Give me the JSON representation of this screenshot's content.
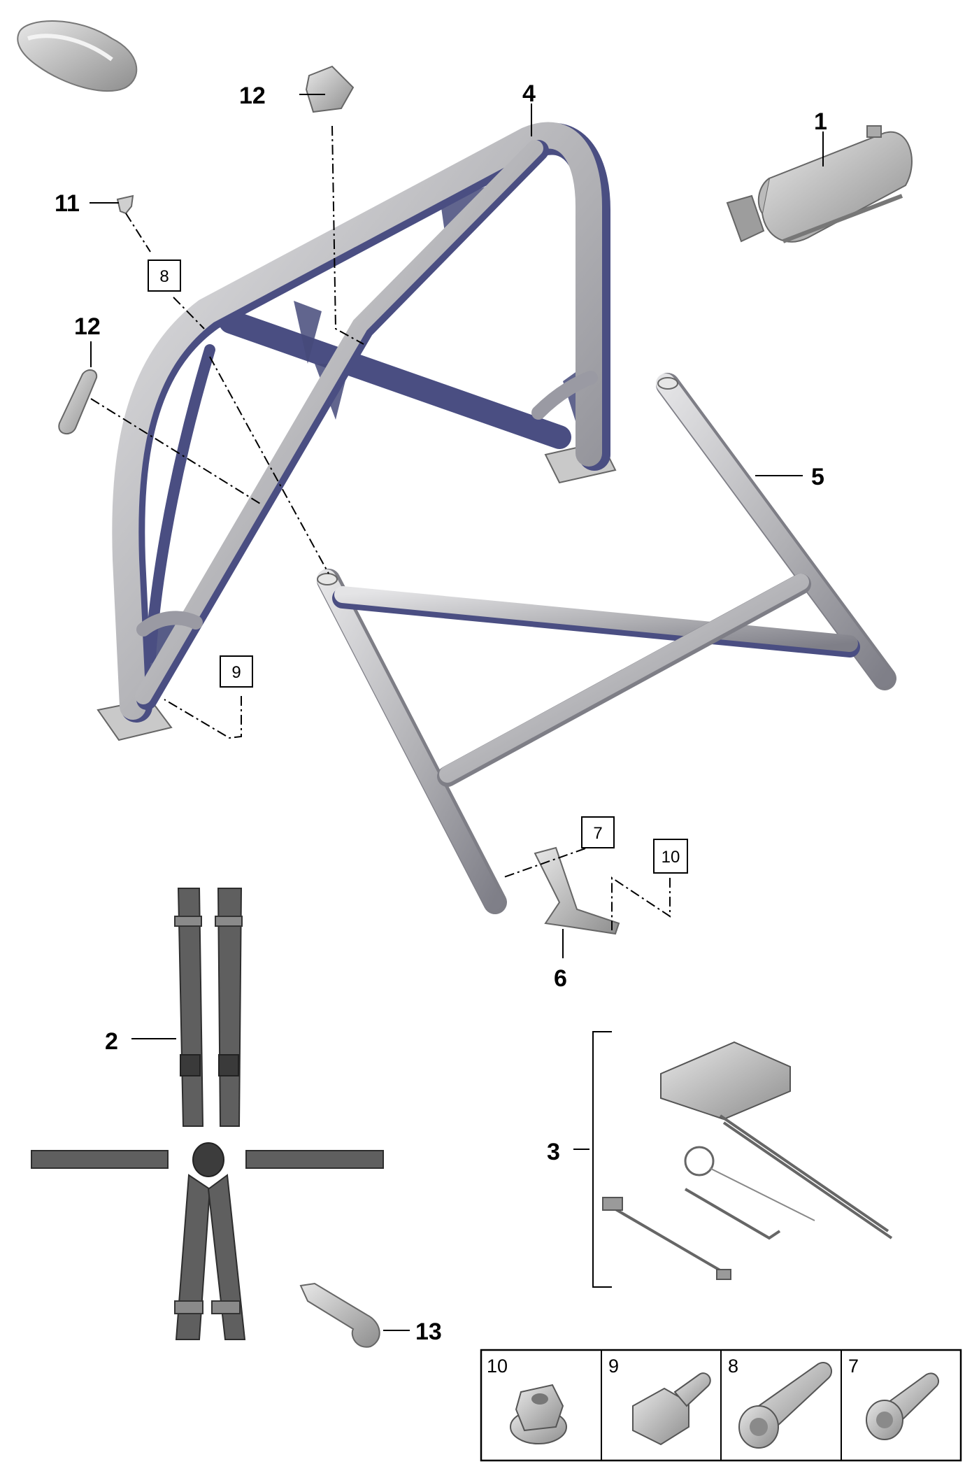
{
  "colors": {
    "tube_light": "#c4c4c6",
    "tube_shadow": "#4a4e82",
    "strap": "#5f5f5f",
    "line": "#000000"
  },
  "callouts": {
    "c1": "1",
    "c2": "2",
    "c3": "3",
    "c4": "4",
    "c5": "5",
    "c6": "6",
    "c11": "11",
    "c12a": "12",
    "c12b": "12",
    "c13": "13"
  },
  "boxed_refs": {
    "b7": "7",
    "b8": "8",
    "b9": "9",
    "b10": "10"
  },
  "fastener_table": [
    {
      "number": "10",
      "icon": "flange-nut-icon"
    },
    {
      "number": "9",
      "icon": "hex-bolt-icon"
    },
    {
      "number": "8",
      "icon": "torx-bolt-long-icon"
    },
    {
      "number": "7",
      "icon": "torx-bolt-short-icon"
    }
  ]
}
